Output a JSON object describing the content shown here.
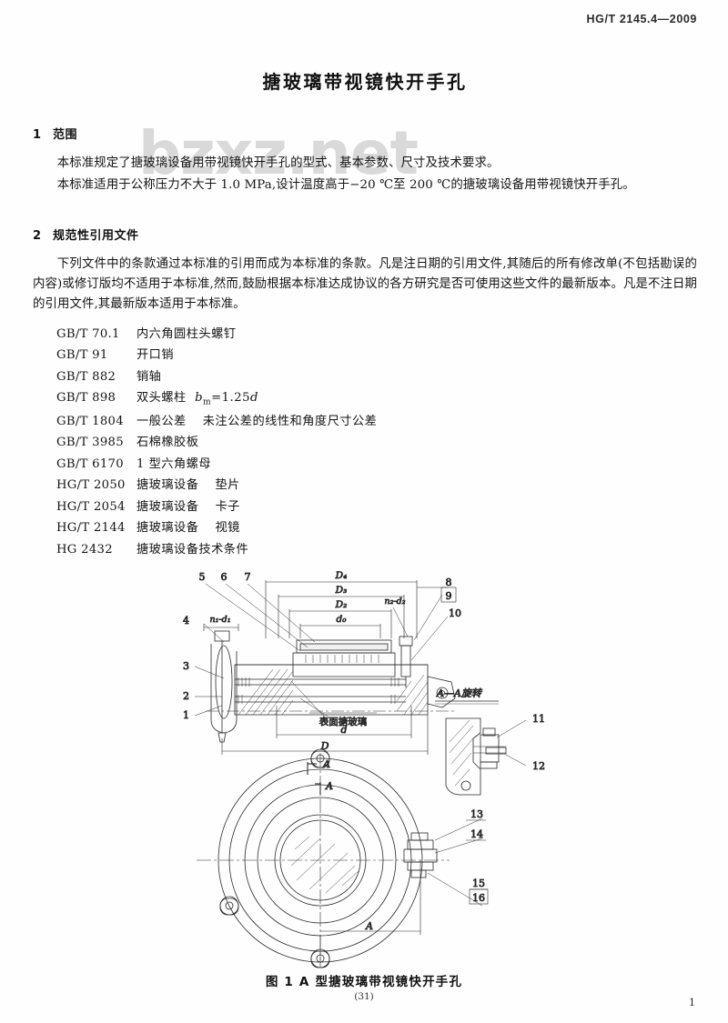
{
  "header": {
    "standard_code": "HG/T 2145.4—2009"
  },
  "watermark": {
    "text": "bzxz.net"
  },
  "document": {
    "title": "搪玻璃带视镜快开手孔",
    "page_number": "1",
    "figure_page_label": "(31)"
  },
  "clause1": {
    "number": "1",
    "heading": "范围",
    "paragraphs": [
      "本标准规定了搪玻璃设备用带视镜快开手孔的型式、基本参数、尺寸及技术要求。",
      "本标准适用于公称压力不大于 1.0 MPa,设计温度高于−20 ℃至 200 ℃的搪玻璃设备用带视镜快开手孔。"
    ]
  },
  "clause2": {
    "number": "2",
    "heading": "规范性引用文件",
    "paragraph": "下列文件中的条款通过本标准的引用而成为本标准的条款。凡是注日期的引用文件,其随后的所有修改单(不包括勘误的内容)或修订版均不适用于本标准,然而,鼓励根据本标准达成协议的各方研究是否可使用这些文件的最新版本。凡是不注日期的引用文件,其最新版本适用于本标准。",
    "references": [
      {
        "code": "GB/T 70.1",
        "title": "内六角圆柱头螺钉",
        "sub": ""
      },
      {
        "code": "GB/T 91",
        "title": "开口销",
        "sub": ""
      },
      {
        "code": "GB/T 882",
        "title": "销轴",
        "sub": ""
      },
      {
        "code": "GB/T 898",
        "title": "双头螺柱",
        "sub": "",
        "formula": "bm = 1.25d"
      },
      {
        "code": "GB/T 1804",
        "title": "一般公差",
        "sub": "未注公差的线性和角度尺寸公差"
      },
      {
        "code": "GB/T 3985",
        "title": "石棉橡胶板",
        "sub": ""
      },
      {
        "code": "GB/T 6170",
        "title": "1 型六角螺母",
        "sub": ""
      },
      {
        "code": "HG/T 2050",
        "title": "搪玻璃设备",
        "sub": "垫片"
      },
      {
        "code": "HG/T 2054",
        "title": "搪玻璃设备",
        "sub": "卡子"
      },
      {
        "code": "HG/T 2144",
        "title": "搪玻璃设备",
        "sub": "视镜"
      },
      {
        "code": "HG 2432",
        "title": "搪玻璃设备技术条件",
        "sub": ""
      }
    ]
  },
  "figure": {
    "caption": "图 1   A 型搪玻璃带视镜快开手孔",
    "detail_view_label": "A—A旋转",
    "surface_note": "表面搪玻璃",
    "section_mark": "A",
    "dimensions": {
      "d4": "D₄",
      "d3": "D₃",
      "d2": "D₂",
      "d0": "d₀",
      "d": "d",
      "D": "D",
      "A": "A",
      "holes_left": "n₁-d₁",
      "holes_right": "n₂-d₂"
    },
    "callouts": {
      "section_view": [
        "1",
        "2",
        "3",
        "4",
        "5",
        "6",
        "7",
        "8",
        "9",
        "10"
      ],
      "detail_view": [
        "11",
        "12"
      ],
      "plan_view": [
        "13",
        "14",
        "15",
        "16"
      ]
    }
  }
}
